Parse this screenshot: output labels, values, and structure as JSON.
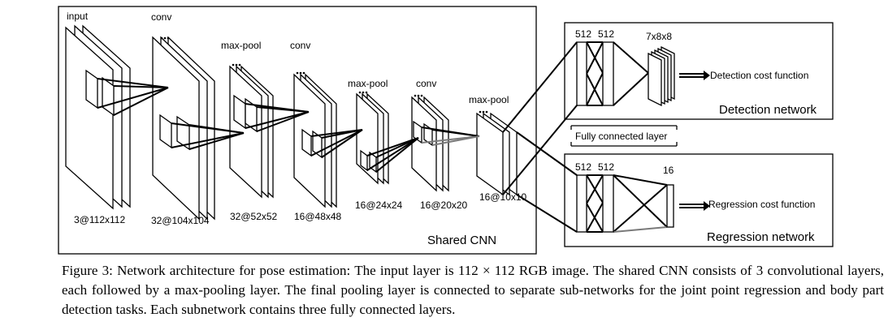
{
  "shared_cnn": {
    "title": "Shared CNN",
    "layer_labels": [
      "input",
      "conv",
      "max-pool",
      "conv",
      "max-pool",
      "conv",
      "max-pool"
    ],
    "dimensions": [
      "3@112x112",
      "32@104x104",
      "32@52x52",
      "16@48x48",
      "16@24x24",
      "16@20x20",
      "16@10x10"
    ]
  },
  "detection_network": {
    "title": "Detection network",
    "layer_sizes": [
      "512",
      "512",
      "7x8x8"
    ],
    "output": "Detection cost function"
  },
  "regression_network": {
    "title": "Regression network",
    "layer_sizes": [
      "512",
      "512",
      "16"
    ],
    "output": "Regression cost function"
  },
  "connector_label": "Fully connected layer",
  "caption": {
    "prefix": "Figure 3: Network architecture for pose estimation: The input layer is ",
    "math": "112 × 112",
    "suffix": " RGB image. The shared CNN consists of 3 convolutional layers, each followed by a max-pooling layer. The final pooling layer is connected to separate sub-networks for the joint point regression and body part detection tasks. Each subnetwork contains three fully connected layers."
  }
}
